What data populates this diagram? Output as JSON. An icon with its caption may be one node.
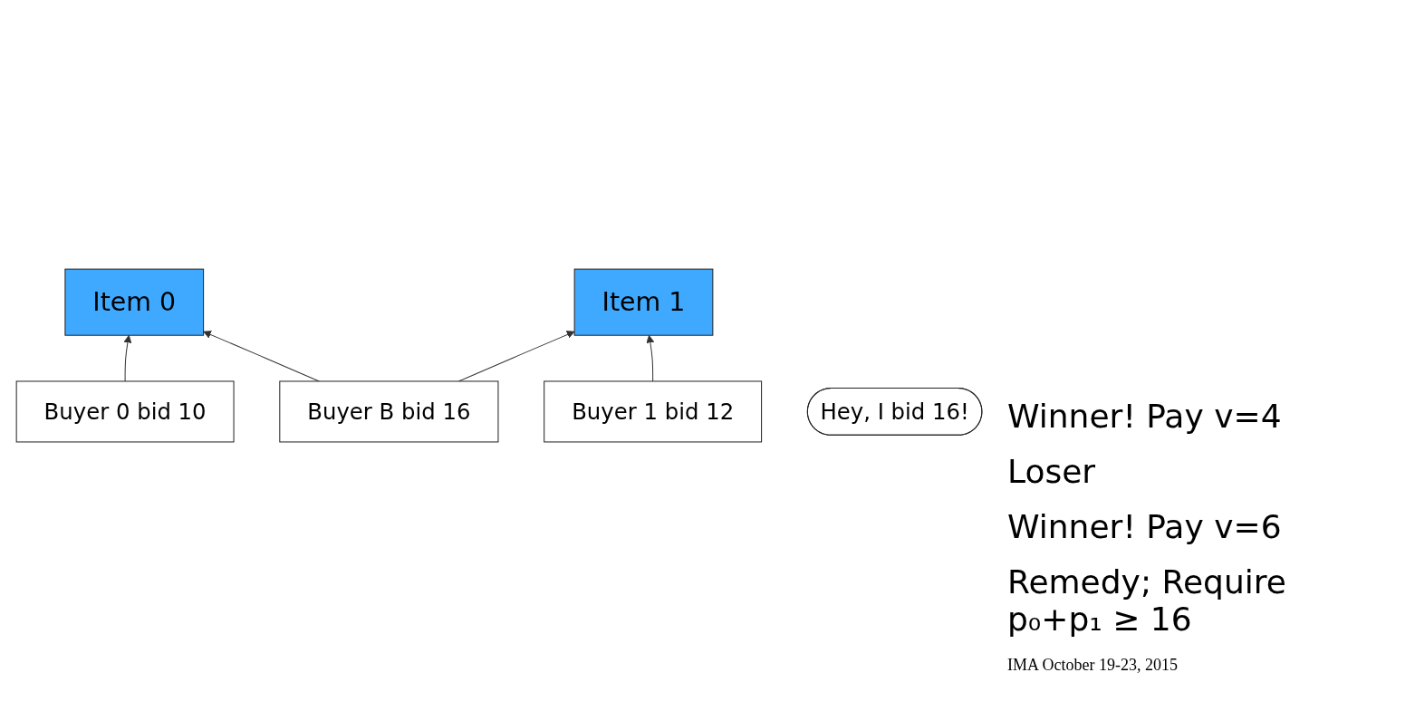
{
  "diagram": {
    "nodes": [
      {
        "text": [
          "Item 0"
        ]
      },
      {
        "text": [
          "Item 1"
        ]
      },
      {
        "text": [
          "Buyer 0  bid 10"
        ]
      },
      {
        "text": [
          "Buyer B bid 16"
        ]
      },
      {
        "text": [
          "Buyer 1  bid 12"
        ]
      },
      {
        "text": [
          "Hey, I bid 16!"
        ]
      }
    ],
    "edges": [
      {
        "from": 2,
        "to": 0,
        "arrow": "to"
      },
      {
        "from": 3,
        "to": 0,
        "arrow": "to"
      },
      {
        "from": 3,
        "to": 1,
        "arrow": "to"
      },
      {
        "from": 4,
        "to": 1,
        "arrow": "to"
      }
    ],
    "labels": [
      "Winner! Pay v=4",
      "Loser",
      "Winner! Pay v=6",
      "Remedy; Require p₀+p₁  ≥ 16",
      "IMA October 19-23, 2015"
    ]
  }
}
